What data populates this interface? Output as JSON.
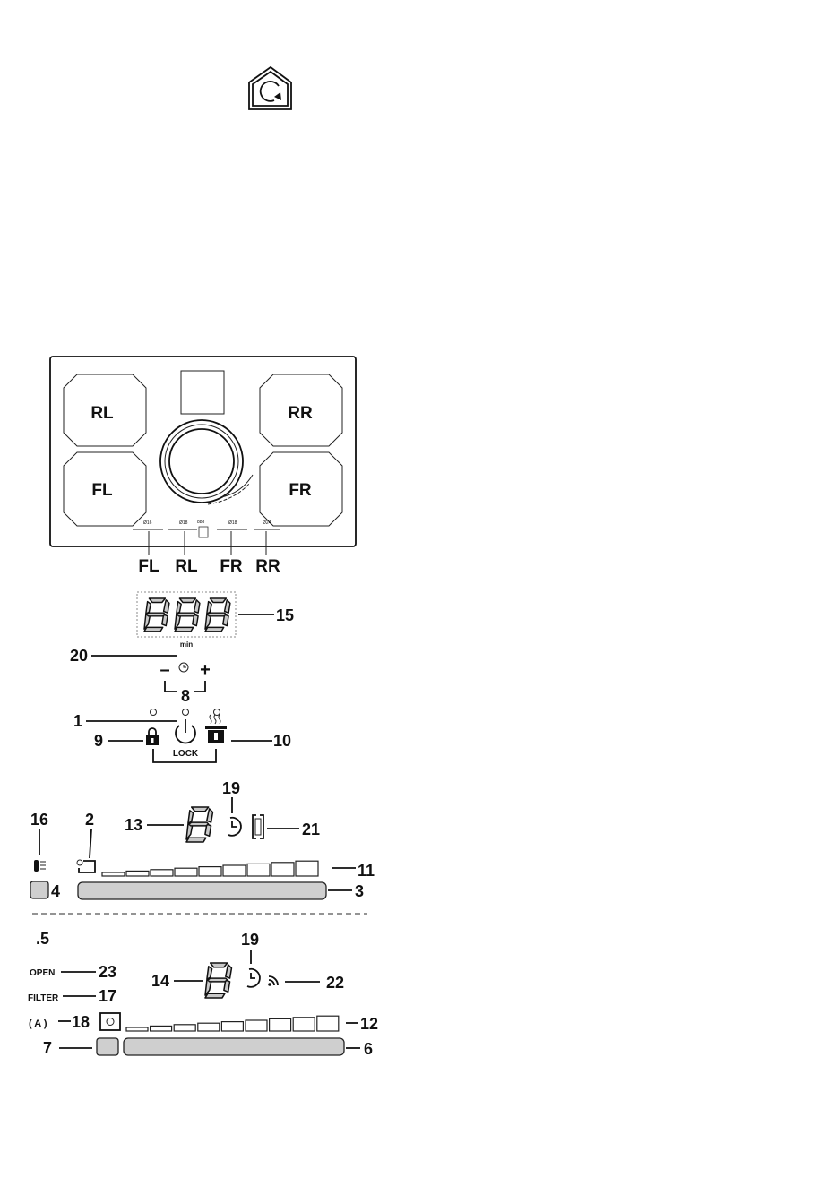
{
  "cooktop": {
    "zones": {
      "rl": "RL",
      "rr": "RR",
      "fl": "FL",
      "fr": "FR"
    },
    "control_zone_labels": [
      "FL",
      "RL",
      "FR",
      "RR"
    ]
  },
  "timer_panel": {
    "unit": "min",
    "minus": "–",
    "plus": "+",
    "lock": "LOCK"
  },
  "callouts": {
    "n1": "1",
    "n2": "2",
    "n3": "3",
    "n4": "4",
    "n5": ".5",
    "n6": "6",
    "n7": "7",
    "n8": "8",
    "n9": "9",
    "n10": "10",
    "n11": "11",
    "n12": "12",
    "n13": "13",
    "n14": "14",
    "n15": "15",
    "n16": "16",
    "n17": "17",
    "n18": "18",
    "n19a": "19",
    "n19b": "19",
    "n20": "20",
    "n21": "21",
    "n22": "22",
    "n23": "23"
  },
  "hood_panel": {
    "open": "OPEN",
    "filter": "FILTER",
    "auto": "( A )"
  },
  "icons": [
    "house-rotate-icon",
    "clock-icon",
    "power-icon",
    "lock-icon",
    "steam-pot-icon",
    "thermometer-icon",
    "pan-icon",
    "timer-icon",
    "bridge-icon",
    "wifi-icon",
    "square-pan-icon"
  ],
  "colors": {
    "ink": "#111111",
    "fill": "#cfcfcf",
    "background": "#ffffff"
  }
}
